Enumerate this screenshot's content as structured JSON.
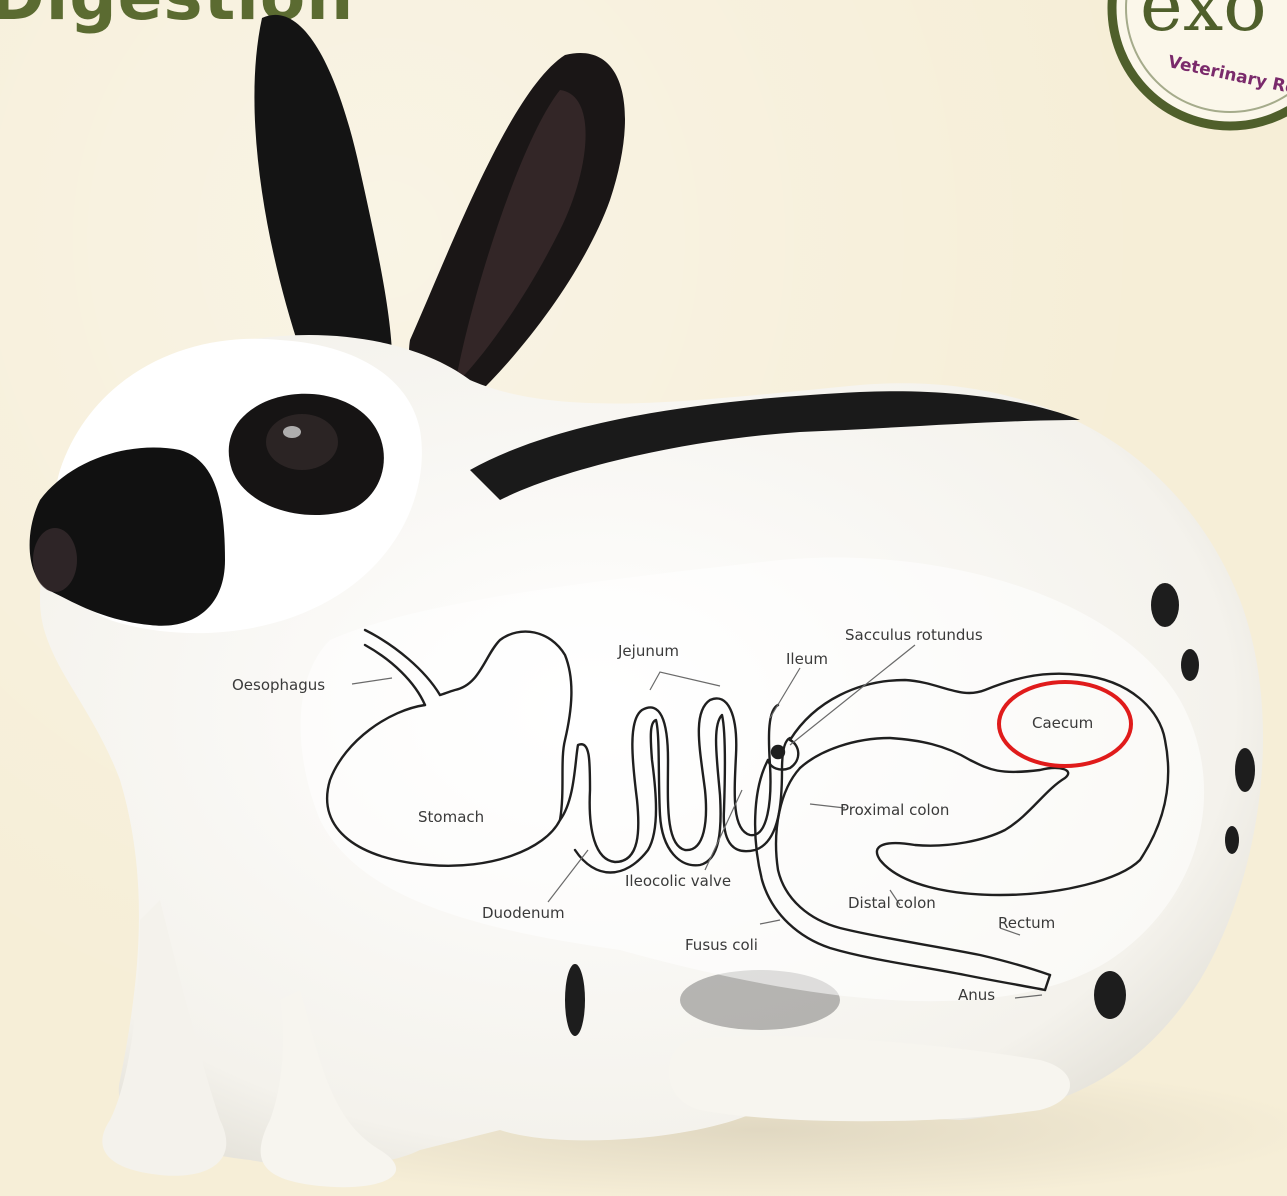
{
  "slide": {
    "title": "Digestion",
    "logo": {
      "text_main": "exo",
      "text_ring": "Veterinary Rec"
    }
  },
  "diagram": {
    "labels": {
      "oesophagus": "Oesophagus",
      "stomach": "Stomach",
      "duodenum": "Duodenum",
      "jejunum": "Jejunum",
      "ileum": "Ileum",
      "sacculus_rotundus": "Sacculus rotundus",
      "caecum": "Caecum",
      "proximal_colon": "Proximal colon",
      "ileocolic_valve": "Ileocolic valve",
      "distal_colon": "Distal colon",
      "rectum": "Rectum",
      "fusus_coli": "Fusus coli",
      "anus": "Anus"
    },
    "highlight": {
      "target": "caecum",
      "color": "#e01b1b"
    }
  },
  "colors": {
    "title": "#5b6b31",
    "logo_ring": "#4f5f2b",
    "logo_text": "#7a2a6b"
  }
}
